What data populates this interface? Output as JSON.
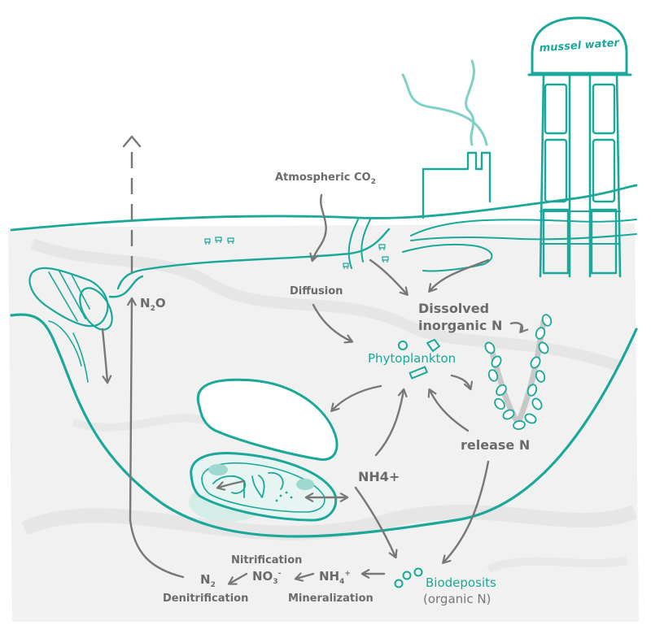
{
  "labels": {
    "tower_text": "mussel water",
    "atmospheric": "Atmospheric CO",
    "atmospheric_sub": "2",
    "diffusion": "Diffusion",
    "n2o_main": "N",
    "n2o_sub": "2",
    "n2o_end": "O",
    "dissolved_line1": "Dissolved",
    "dissolved_line2": "inorganic N",
    "phytoplankton": "Phytoplankton",
    "release": "release N",
    "nh4": "NH4+",
    "biodeposits": "Biodeposits",
    "organic": "(organic N)",
    "nitrification": "Nitrification",
    "denitrification": "Denitrification",
    "mineralization": "Mineralization",
    "n2_main": "N",
    "n2_sub": "2",
    "no3_main": "NO",
    "no3_sub": "3",
    "no3_sup": "-",
    "nh4b_main": "NH",
    "nh4b_sub": "4",
    "nh4b_sup": "+"
  },
  "colors": {
    "teal": "#1aa89a",
    "light_teal": "#7fd0c6",
    "grey_text": "#6b6b6b",
    "arrow_grey": "#777777",
    "background_grey": "#f1f1f1",
    "rope_grey": "#c8c8c8"
  }
}
